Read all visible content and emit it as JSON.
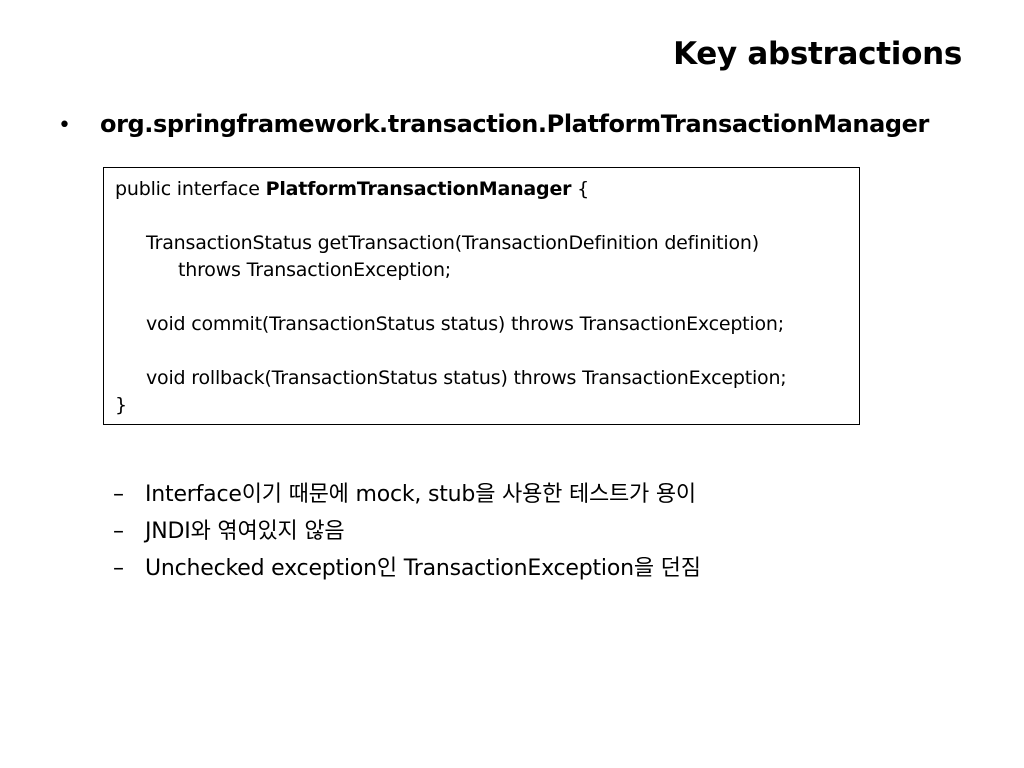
{
  "slide": {
    "title": "Key abstractions"
  },
  "bullet": {
    "symbol": "•",
    "text": "org.springframework.transaction.PlatformTransactionManager"
  },
  "code": {
    "line1_prefix": "public interface ",
    "line1_name": "PlatformTransactionManager",
    "line1_suffix": " {",
    "line2": "TransactionStatus getTransaction(TransactionDefinition definition)",
    "line3": "throws TransactionException;",
    "line4": "void commit(TransactionStatus status) throws TransactionException;",
    "line5": "void rollback(TransactionStatus status) throws TransactionException;",
    "line6": "}"
  },
  "sub_points": {
    "dash": "–",
    "items": [
      "Interface이기 때문에 mock, stub을 사용한 테스트가 용이",
      "JNDI와 엮여있지 않음",
      "Unchecked exception인 TransactionException을 던짐"
    ]
  }
}
